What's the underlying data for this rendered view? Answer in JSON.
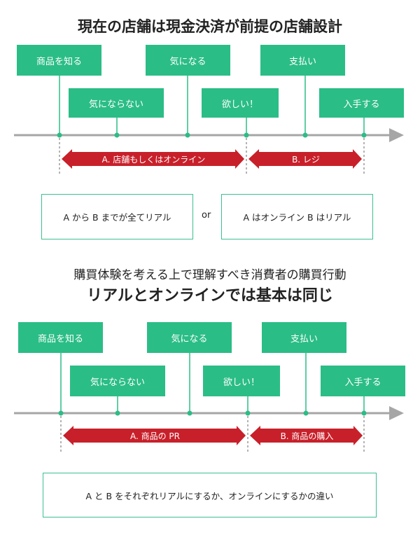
{
  "section1": {
    "title": "現在の店舗は現金決済が前提の店舗設計",
    "steps": {
      "know": "商品を知る",
      "not_interested": "気にならない",
      "interested": "気になる",
      "want": "欲しい！",
      "pay": "支払い",
      "obtain": "入手する"
    },
    "segments": {
      "a": "A. 店舗もしくはオンライン",
      "b": "B. レジ"
    },
    "note_left": "A から B までが全てリアル",
    "or": "or",
    "note_right": "A はオンライン B はリアル"
  },
  "section2": {
    "subtitle": "購買体験を考える上で理解すべき消費者の購買行動",
    "title": "リアルとオンラインでは基本は同じ",
    "steps": {
      "know": "商品を知る",
      "not_interested": "気にならない",
      "interested": "気になる",
      "want": "欲しい！",
      "pay": "支払い",
      "obtain": "入手する"
    },
    "segments": {
      "a": "A. 商品の PR",
      "b": "B. 商品の購入"
    },
    "note": "A と B をそれぞれリアルにするか、オンラインにするかの違い"
  },
  "colors": {
    "green": "#2bbd86",
    "red": "#c8202a",
    "axis": "#a6a6a6"
  }
}
